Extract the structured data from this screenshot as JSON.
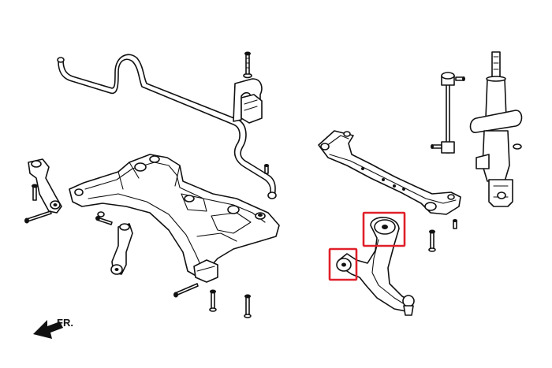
{
  "direction_label": "FR.",
  "colors": {
    "line": "#111111",
    "highlight": "#e0202a",
    "background": "#ffffff"
  },
  "highlights": [
    "rear-bushing",
    "front-bushing"
  ]
}
